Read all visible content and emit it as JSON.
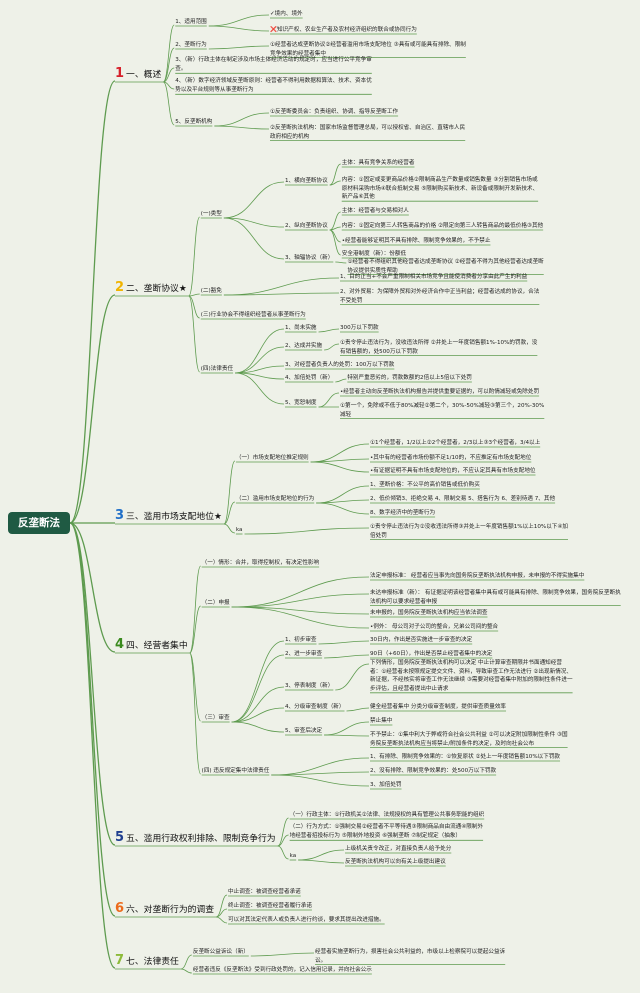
{
  "root": "反垄断法",
  "colors": {
    "root_bg": "#1f5a43",
    "line": "#5e9b4f",
    "bg": "#eef1e8",
    "n1": "#d6202a",
    "n2": "#f0b400",
    "n3": "#1f6fc8",
    "n4": "#3a8a1e",
    "n5": "#1f3f8f",
    "n6": "#ec6b1c",
    "n7": "#8dbb3a"
  },
  "sections": [
    {
      "num": "1",
      "title": "一、概述",
      "children": [
        {
          "label": "1、适用范围",
          "items": [
            "✓境内、境外",
            "❌知识产权、农业生产者及农村经济组织的联合或协同行为"
          ]
        },
        {
          "label": "2、垄断行为",
          "items": [
            "①经营者达成垄断协议②经营者滥用市场支配地位 ③具有或可能具有排除、限制\n竞争效果的经营者集中"
          ]
        },
        {
          "label": "3、（新）行政主体在制定涉及市场主体经济活动的规定时，应当进行公平竞争审\n查。",
          "items": []
        },
        {
          "label": "4、（新）数字经济领域反垄断原则：经营者不得利用数据和算法、技术、资本优\n势以及平台规则等从事垄断行为",
          "items": []
        },
        {
          "label": "5、反垄断机构",
          "items": [
            "①反垄断委员会：负责组织、协调、指导反垄断工作",
            "②反垄断执法机构：国家市场监督管理总局，可以授权省、自治区、直辖市人民\n政府相应的机构"
          ]
        }
      ]
    },
    {
      "num": "2",
      "title": "二、垄断协议★",
      "children": [
        {
          "label": "(一)类型",
          "groups": [
            {
              "label": "1、横向垄断协议",
              "items": [
                "主体：具有竞争关系的经营者",
                "内容：①固定或变更商品价格②限制商品生产数量或销售数量 ③分割销售市场或\n原材料采购市场④联合抵制交易 ⑤限制购买新技术、新设备或限制开发新技术、\n新产品⑥其他"
              ]
            },
            {
              "label": "2、纵向垄断协议",
              "items": [
                "主体：经营者与交易相对人",
                "内容：①固定向第三人转售商品的价格 ②限定向第三人转售商品的最低价格③其他",
                "•经营者能够证明其不具有排除、限制竞争效果的，不予禁止",
                "安全港制度（新）：份额低"
              ]
            },
            {
              "label": "3、轴辐协议（新）",
              "items": [
                "①经营者不得组织其他经营者达成垄断协议 ②经营者不得为其他经营者达成垄断\n协议提供实质性帮助"
              ]
            }
          ]
        },
        {
          "label": "(二)豁免",
          "items": [
            "1、目的正当+不会严重限制相关市场竞争且能使消费者分享由此产生的利益",
            "2、对外贸易：为保障外贸和对外经济合作中正当利益；经营者达成的协议，合法\n不受处罚"
          ]
        },
        {
          "label": "(三)行业协会不得组织经营者从事垄断行为",
          "items": []
        },
        {
          "label": "(四)法律责任",
          "groups": [
            {
              "label": "1、尚未实施",
              "items": [
                "300万以下罚款"
              ]
            },
            {
              "label": "2、达成并实施",
              "items": [
                "①责令停止违法行为，没收违法所得 ②并处上一年度销售额1%-10%的罚款，没\n有销售额的，处500万以下罚款"
              ]
            },
            {
              "label": "3、对经营者负责人的处罚：100万以下罚款",
              "items": []
            },
            {
              "label": "4、加倍处罚（新）",
              "items": [
                "特别严重恶劣的，罚款数额的2倍以上5倍以下处罚"
              ]
            },
            {
              "label": "5、宽恕制度",
              "items": [
                "•经营者主动向反垄断执法机构报告并提供重要证据的，可以酌情减轻或免除处罚",
                "①第一个，免除或不低于80%减轻②第二个，30%-50%减轻③第三个，20%-30%\n减轻"
              ]
            }
          ]
        }
      ]
    },
    {
      "num": "3",
      "title": "三、滥用市场支配地位★",
      "children": [
        {
          "label": "（一）市场支配地位推定规则",
          "items": [
            "①1个经营者，1/2以上②2个经营者，2/3以上③3个经营者，3/4以上",
            "•其中有的经营者市场份额不足1/10的，不应推定有市场支配地位",
            "•有证据证明不具有市场支配地位的，不应认定其具有市场支配地位"
          ]
        },
        {
          "label": "（二）滥用市场支配地位的行为",
          "items": [
            "1、垄断价格：不公平的高价销售或低价购买",
            "2、低价倾销3、拒绝交易 4、限制交易 5、搭售行为 6、差别待遇 7、其他",
            "8、数字经济中的垄断行为"
          ]
        },
        {
          "label": "ka",
          "items": [
            "①责令停止违法行为②没收违法所得③并处上一年度销售额1%以上10%以下④加\n倍处罚"
          ]
        }
      ]
    },
    {
      "num": "4",
      "title": "四、经营者集中",
      "children": [
        {
          "label": "（一）情形：合并，取得控制权，有决定性影响",
          "items": []
        },
        {
          "label": "（二）申报",
          "items": [
            "法定申报标准：         经营者应当事先向国务院反垄断执法机构申报，未申报的不得实施集中",
            "未达申报标准（新）：         有证据证明该经营者集中具有或可能具有排除、限制竞争效果，国务院反垄断执\n法机构可以要求经营者申报",
            "未申报的，国务院反垄断执法机构应当依法调查",
            "•例外：         母公司对子公司的整合，兄弟公司间的整合"
          ]
        },
        {
          "label": "（三）审查",
          "groups": [
            {
              "label": "1、初步审查",
              "items": [
                "30日内，作出是否实施进一步审查的决定"
              ]
            },
            {
              "label": "2、进一步审查",
              "items": [
                "90日（+60日），作出是否禁止经营者集中的决定"
              ]
            },
            {
              "label": "3、停表制度（新）",
              "items": [
                "下列情形，国务院反垄断执法机构可以决定 中止计算审查期限并书面通知经营\n者：①经营者未按照规定提交文件、资料，导致审查工作无法进行 ②出现新情况、\n新证据，不经核实将审查工作无法继续 ③需要对经营者集中附加的限制性条件进一\n步评估，且经营者提出中止请求"
              ]
            },
            {
              "label": "4、分级审查制度（新）",
              "items": [
                "健全经营者集中 分类分级审查制度，提供审查质量效率"
              ]
            },
            {
              "label": "5、审查后决定",
              "items": [
                "禁止集中",
                "不予禁止：①集中利大于弊或符合社会公共利益 ②可以决定附加限制性条件 ③国\n务院反垄断执法机构应当将禁止/附加条件的决定，及时向社会公布"
              ]
            }
          ]
        },
        {
          "label": "(四) 违反规定集中法律责任",
          "items": [
            "1、有排除、限制竞争效果的：①恢复原状 ②处上一年度销售额10%以下罚款",
            "2、没有排除、限制竞争效果的：处500万以下罚款",
            "3、加倍处罚"
          ]
        }
      ]
    },
    {
      "num": "5",
      "title": "五、滥用行政权利排除、限制竞争行为",
      "children": [
        {
          "label": "（一）行政主体：①行政机关②法律、法规授权的具有管理公共事务职能的组织",
          "items": []
        },
        {
          "label": "（二）行为方式：①强制交易②经营者不平等待遇③限制商品自由流通④限制外\n地经营者招投标行为 ⑤限制外地投资 ⑥强制垄断 ⑦制定规定（抽象）",
          "items": []
        },
        {
          "label": "ka",
          "items": [
            "上级机关责令改正，对直接负责人给予处分",
            "反垄断执法机构可以向有关上级提出建议"
          ]
        }
      ]
    },
    {
      "num": "6",
      "title": "六、对垄断行为的调查",
      "children": [
        {
          "label": "中止调查：被调查经营者承诺",
          "items": []
        },
        {
          "label": "终止调查：被调查经营者履行承诺",
          "items": []
        },
        {
          "label": "可以对其法定代表人或负责人进行约谈，要求其提出改进措施。",
          "items": []
        }
      ]
    },
    {
      "num": "7",
      "title": "七、法律责任",
      "children": [
        {
          "label": "反垄断公益诉讼（新）",
          "items": [
            "经营者实施垄断行为，损害社会公共利益的，市级以上检察院可以提起公益诉\n讼。"
          ]
        },
        {
          "label": "经营者违反《反垄断法》受到行政处罚的，记入信用记录，并向社会公示",
          "items": []
        }
      ]
    }
  ]
}
